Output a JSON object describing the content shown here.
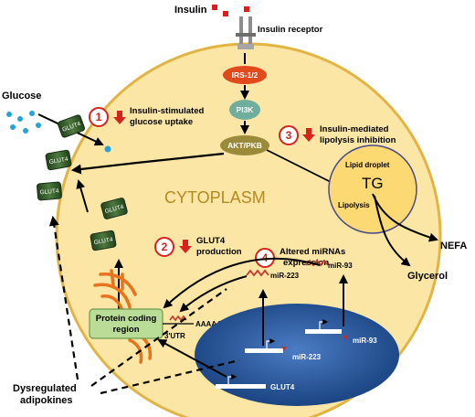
{
  "labels": {
    "insulin": "Insulin",
    "insulin_receptor": "Insulin receptor",
    "glucose": "Glucose",
    "irs": "IRS-1/2",
    "pi3k": "PI3K",
    "akt": "AKT/PKB",
    "cytoplasm": "CYTOPLASM",
    "lipid_droplet": "Lipid droplet",
    "tg": "TG",
    "lipolysis": "Lipolysis",
    "nefa": "NEFA",
    "glycerol": "Glycerol",
    "protein_coding_line1": "Protein coding",
    "protein_coding_line2": "region",
    "utr": "3'UTR",
    "polya": "AAAAA",
    "mir93_top": "miR-93",
    "mir223_top": "miR-223",
    "mir223_nucleus": "miR-223",
    "mir93_nucleus": "miR-93",
    "glut4_gene": "GLUT4",
    "adipokines_line1": "Dysregulated",
    "adipokines_line2": "adipokines",
    "glut4": "GLUT4"
  },
  "effects": [
    {
      "number": "1",
      "line1": "Insulin-stimulated",
      "line2": "glucose uptake"
    },
    {
      "number": "2",
      "line1": "GLUT4",
      "line2": "production"
    },
    {
      "number": "3",
      "line1": "Insulin-mediated",
      "line2": "lipolysis inhibition"
    },
    {
      "number": "4",
      "line1": "Altered miRNAs",
      "line2": "expression"
    }
  ],
  "colors": {
    "cell": "#fbe6a6",
    "cell_border": "#e1b443",
    "irs": "#e04a1c",
    "pi3k": "#6fae9c",
    "akt": "#9a8a3a",
    "nucleus": "#1f4f95",
    "glut4": "#2f5a2a",
    "protein_box": "#b9dc96",
    "red_arrow": "#d8231c",
    "mirna": "#c0392b",
    "er": "#e8731c",
    "glucose": "#27a3d8"
  }
}
